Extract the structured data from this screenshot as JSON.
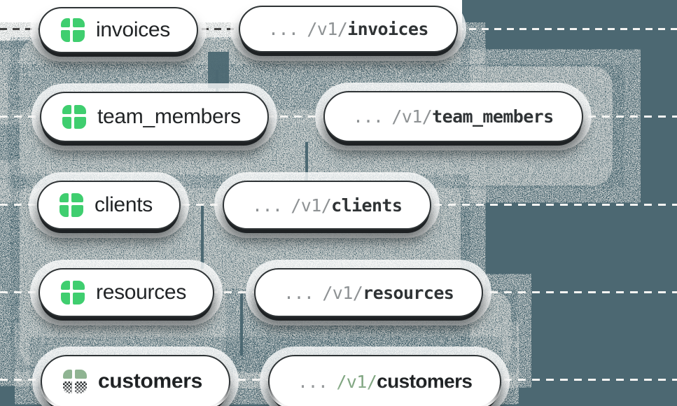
{
  "colors": {
    "slate_background": "#4C6872",
    "noise_gray": "#C9CECD",
    "accent_green": "#3FCE6F",
    "muted_green": "#7FA580",
    "pill_background": "#FFFFFF",
    "pill_border": "#2E3335",
    "table_text": "#222527",
    "endpoint_prefix_gray": "#8E9294",
    "endpoint_resource_dark": "#2F3335",
    "dash_dark": "#434343",
    "dash_light": "#F4F4F2"
  },
  "icons": {
    "table_icon": "green rounded 2x2 table-grid glyph"
  },
  "rows": [
    {
      "table_name": "invoices",
      "endpoint": {
        "dots": "...",
        "version": "/v1/",
        "resource": "invoices"
      }
    },
    {
      "table_name": "team_members",
      "endpoint": {
        "dots": "...",
        "version": "/v1/",
        "resource": "team_members"
      }
    },
    {
      "table_name": "clients",
      "endpoint": {
        "dots": "...",
        "version": "/v1/",
        "resource": "clients"
      }
    },
    {
      "table_name": "resources",
      "endpoint": {
        "dots": "...",
        "version": "/v1/",
        "resource": "resources"
      }
    },
    {
      "table_name": "customers",
      "endpoint": {
        "dots": "...",
        "version": "/v1/",
        "resource": "customers"
      }
    }
  ]
}
